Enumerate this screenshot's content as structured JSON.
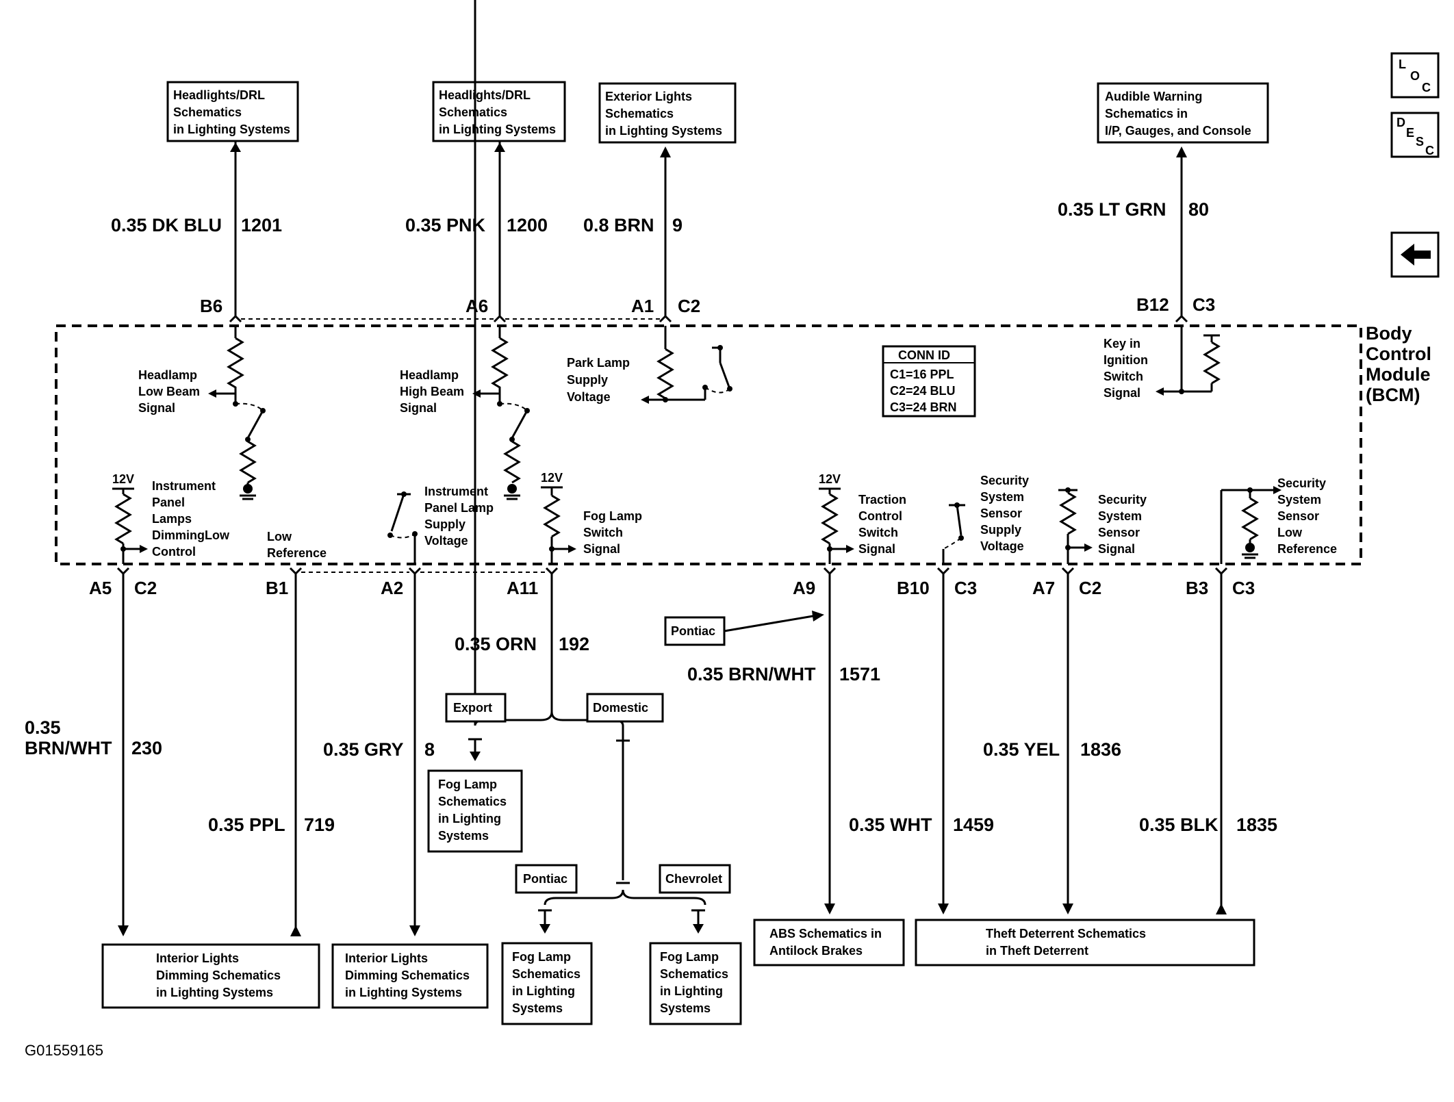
{
  "top_boxes": [
    {
      "id": "hl-low",
      "lines": [
        "Headlights/DRL",
        "Schematics",
        "in Lighting Systems"
      ]
    },
    {
      "id": "hl-high",
      "lines": [
        "Headlights/DRL",
        "Schematics",
        "in Lighting Systems"
      ]
    },
    {
      "id": "ext",
      "lines": [
        "Exterior Lights",
        "Schematics",
        "in Lighting Systems"
      ]
    },
    {
      "id": "aud",
      "lines": [
        "Audible Warning",
        "Schematics in",
        "I/P, Gauges, and Console"
      ]
    }
  ],
  "top_wires": [
    {
      "gauge": "0.35 DK BLU",
      "circuit": "1201",
      "pin": "B6",
      "conn": ""
    },
    {
      "gauge": "0.35 PNK",
      "circuit": "1200",
      "pin": "A6",
      "conn": ""
    },
    {
      "gauge": "0.8 BRN",
      "circuit": "9",
      "pin": "A1",
      "conn": "C2"
    },
    {
      "gauge": "0.35 LT GRN",
      "circuit": "80",
      "pin": "B12",
      "conn": "C3"
    }
  ],
  "module": {
    "lines": [
      "Body",
      "Control",
      "Module",
      "(BCM)"
    ]
  },
  "conn_id": {
    "title": "CONN ID",
    "lines": [
      "C1=16 PPL",
      "C2=24 BLU",
      "C3=24 BRN"
    ]
  },
  "internal_labels": [
    {
      "id": "hl-low-sig",
      "lines": [
        "Headlamp",
        "Low Beam",
        "Signal"
      ]
    },
    {
      "id": "hl-high-sig",
      "lines": [
        "Headlamp",
        "High Beam",
        "Signal"
      ]
    },
    {
      "id": "park",
      "lines": [
        "Park Lamp",
        "Supply",
        "Voltage"
      ]
    },
    {
      "id": "key",
      "lines": [
        "Key in",
        "Ignition",
        "Switch",
        "Signal"
      ]
    },
    {
      "id": "ip-dim",
      "lines": [
        "Instrument",
        "Panel",
        "Lamps",
        "DimmingLow",
        "Control"
      ]
    },
    {
      "id": "low-ref",
      "lines": [
        "Low",
        "Reference"
      ]
    },
    {
      "id": "ip-supply",
      "lines": [
        "Instrument",
        "Panel Lamp",
        "Supply",
        "Voltage"
      ]
    },
    {
      "id": "fog-sw",
      "lines": [
        "Fog Lamp",
        "Switch",
        "Signal"
      ]
    },
    {
      "id": "traction",
      "lines": [
        "Traction",
        "Control",
        "Switch",
        "Signal"
      ]
    },
    {
      "id": "sec-supply",
      "lines": [
        "Security",
        "System",
        "Sensor",
        "Supply",
        "Voltage"
      ]
    },
    {
      "id": "sec-signal",
      "lines": [
        "Security",
        "System",
        "Sensor",
        "Signal"
      ]
    },
    {
      "id": "sec-ref",
      "lines": [
        "Security",
        "System",
        "Sensor",
        "Low",
        "Reference"
      ]
    }
  ],
  "v12": "12V",
  "bottom_pins": [
    {
      "pin": "A5",
      "conn": "C2"
    },
    {
      "pin": "B1",
      "conn": ""
    },
    {
      "pin": "A2",
      "conn": ""
    },
    {
      "pin": "A11",
      "conn": ""
    },
    {
      "pin": "A9",
      "conn": ""
    },
    {
      "pin": "B10",
      "conn": "C3"
    },
    {
      "pin": "A7",
      "conn": "C2"
    },
    {
      "pin": "B3",
      "conn": "C3"
    }
  ],
  "bottom_wires": [
    {
      "gauge_lines": [
        "0.35",
        "BRN/WHT"
      ],
      "circuit": "230"
    },
    {
      "gauge": "0.35 PPL",
      "circuit": "719"
    },
    {
      "gauge": "0.35 GRY",
      "circuit": "8"
    },
    {
      "gauge": "0.35 ORN",
      "circuit": "192"
    },
    {
      "gauge": "0.35 BRN/WHT",
      "circuit": "1571"
    },
    {
      "gauge": "0.35 WHT",
      "circuit": "1459"
    },
    {
      "gauge": "0.35 YEL",
      "circuit": "1836"
    },
    {
      "gauge": "0.35 BLK",
      "circuit": "1835"
    }
  ],
  "option_tags": {
    "pontiac_top": "Pontiac",
    "export": "Export",
    "domestic": "Domestic",
    "pontiac": "Pontiac",
    "chevrolet": "Chevrolet"
  },
  "bottom_boxes": [
    {
      "id": "int1",
      "lines": [
        "Interior Lights",
        "Dimming Schematics",
        "in Lighting Systems"
      ]
    },
    {
      "id": "int2",
      "lines": [
        "Interior Lights",
        "Dimming Schematics",
        "in Lighting Systems"
      ]
    },
    {
      "id": "fog-export",
      "lines": [
        "Fog Lamp",
        "Schematics",
        "in Lighting",
        "Systems"
      ]
    },
    {
      "id": "fog-pontiac",
      "lines": [
        "Fog Lamp",
        "Schematics",
        "in Lighting",
        "Systems"
      ]
    },
    {
      "id": "fog-chev",
      "lines": [
        "Fog Lamp",
        "Schematics",
        "in Lighting",
        "Systems"
      ]
    },
    {
      "id": "abs",
      "lines": [
        "ABS Schematics in",
        "Antilock Brakes"
      ]
    },
    {
      "id": "theft",
      "lines": [
        "Theft Deterrent Schematics",
        "in Theft Deterrent"
      ]
    }
  ],
  "side_buttons": {
    "loc": [
      "L",
      "O",
      "C"
    ],
    "desc": [
      "D",
      "E",
      "S",
      "C"
    ]
  },
  "figure_id": "G01559165"
}
